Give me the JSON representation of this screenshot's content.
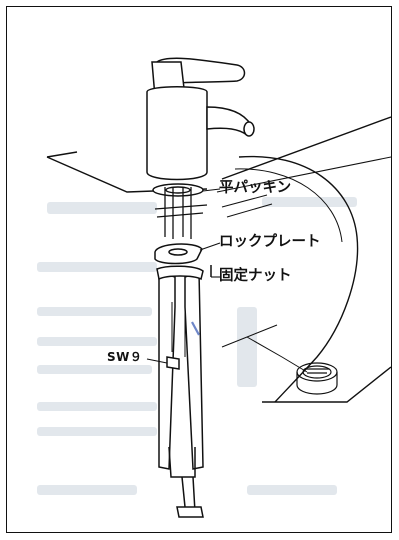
{
  "labels": {
    "flat_packing": "平パッキン",
    "lock_plate": "ロックプレート",
    "fixing_nut": "固定ナット",
    "sw9": "SW９"
  },
  "colors": {
    "ink": "#111111",
    "paper": "#ffffff",
    "faded_print": "#c9d3dc",
    "blue_mark": "#6e86c8"
  }
}
